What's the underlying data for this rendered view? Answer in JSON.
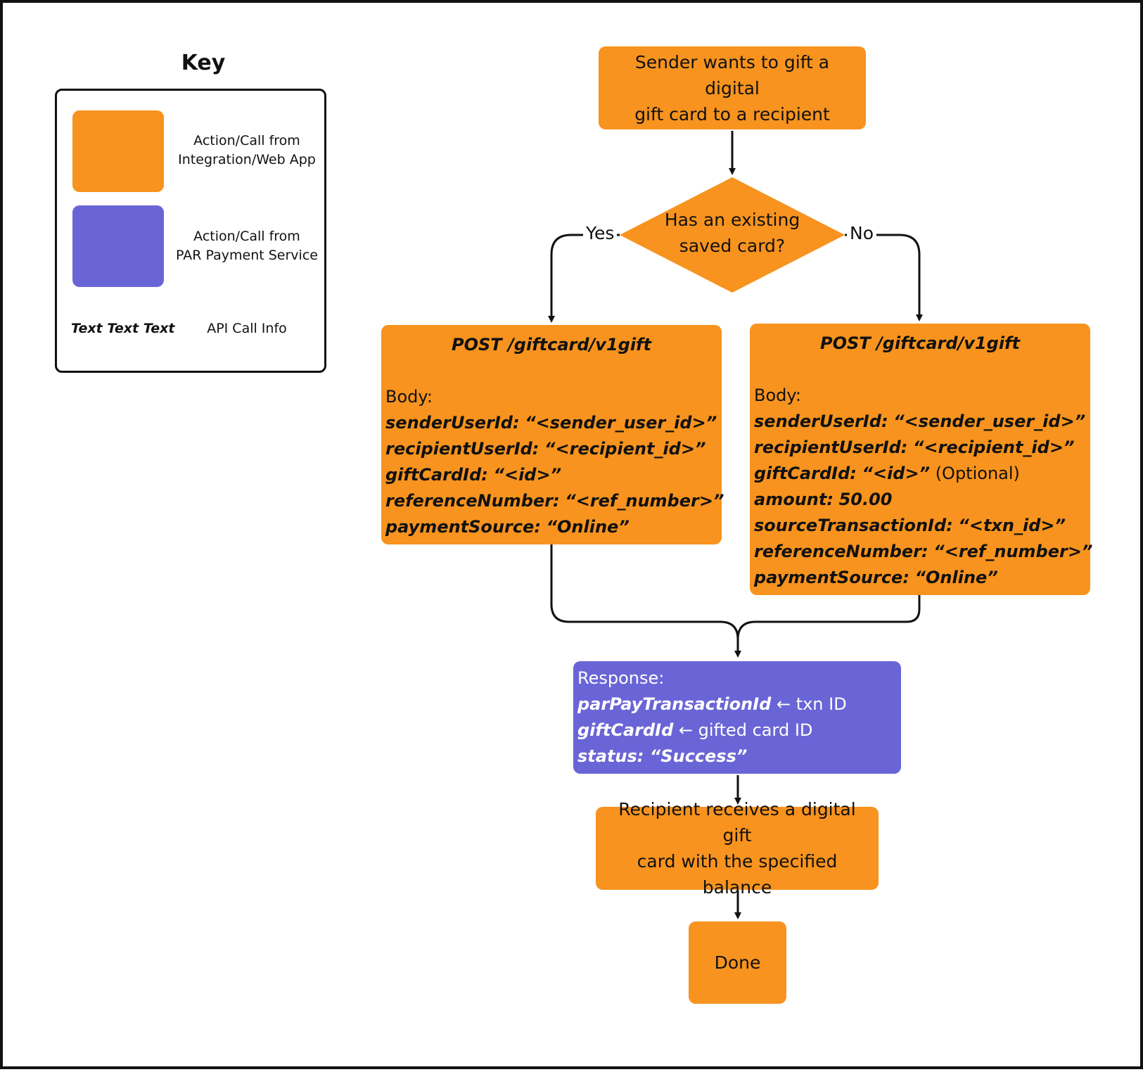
{
  "key": {
    "title": "Key",
    "items": [
      {
        "label_line1": "Action/Call from",
        "label_line2": "Integration/Web App",
        "color": "#f7931e"
      },
      {
        "label_line1": "Action/Call from",
        "label_line2": "PAR Payment Service",
        "color": "#6a65d6"
      }
    ],
    "sample_text": "Text Text Text",
    "sample_label": "API Call Info"
  },
  "nodes": {
    "start": {
      "line1": "Sender wants to gift a digital",
      "line2": "gift card to a recipient"
    },
    "decision": {
      "line1": "Has an existing",
      "line2": "saved card?"
    },
    "yes_label": "Yes",
    "no_label": "No",
    "post_yes": {
      "header": "POST /giftcard/v1gift",
      "body_label": "Body:",
      "fields": [
        {
          "key": "senderUserId:",
          "value": "“<sender_user_id>”",
          "note": ""
        },
        {
          "key": "recipientUserId:",
          "value": "“<recipient_id>”",
          "note": ""
        },
        {
          "key": "giftCardId:",
          "value": "“<id>”",
          "note": ""
        },
        {
          "key": "referenceNumber:",
          "value": "“<ref_number>”",
          "note": ""
        },
        {
          "key": "paymentSource:",
          "value": "“Online”",
          "note": ""
        }
      ]
    },
    "post_no": {
      "header": "POST /giftcard/v1gift",
      "body_label": "Body:",
      "fields": [
        {
          "key": "senderUserId:",
          "value": "“<sender_user_id>”",
          "note": ""
        },
        {
          "key": "recipientUserId:",
          "value": "“<recipient_id>”",
          "note": ""
        },
        {
          "key": "giftCardId:",
          "value": "“<id>”",
          "note": "(Optional)"
        },
        {
          "key": "amount:",
          "value": "50.00",
          "note": ""
        },
        {
          "key": "sourceTransactionId:",
          "value": "“<txn_id>”",
          "note": ""
        },
        {
          "key": "referenceNumber:",
          "value": "“<ref_number>”",
          "note": ""
        },
        {
          "key": "paymentSource:",
          "value": "“Online”",
          "note": ""
        }
      ]
    },
    "response": {
      "label": "Response:",
      "fields": [
        {
          "key": "parPayTransactionId",
          "note": "← txn ID"
        },
        {
          "key": "giftCardId",
          "note": "← gifted card ID"
        },
        {
          "key": "status: “Success”",
          "note": ""
        }
      ]
    },
    "recipient": {
      "line1": "Recipient receives a digital gift",
      "line2": "card with the specified balance"
    },
    "done": {
      "label": "Done"
    }
  },
  "colors": {
    "orange": "#f7931e",
    "purple": "#6a65d6",
    "line": "#111111"
  }
}
